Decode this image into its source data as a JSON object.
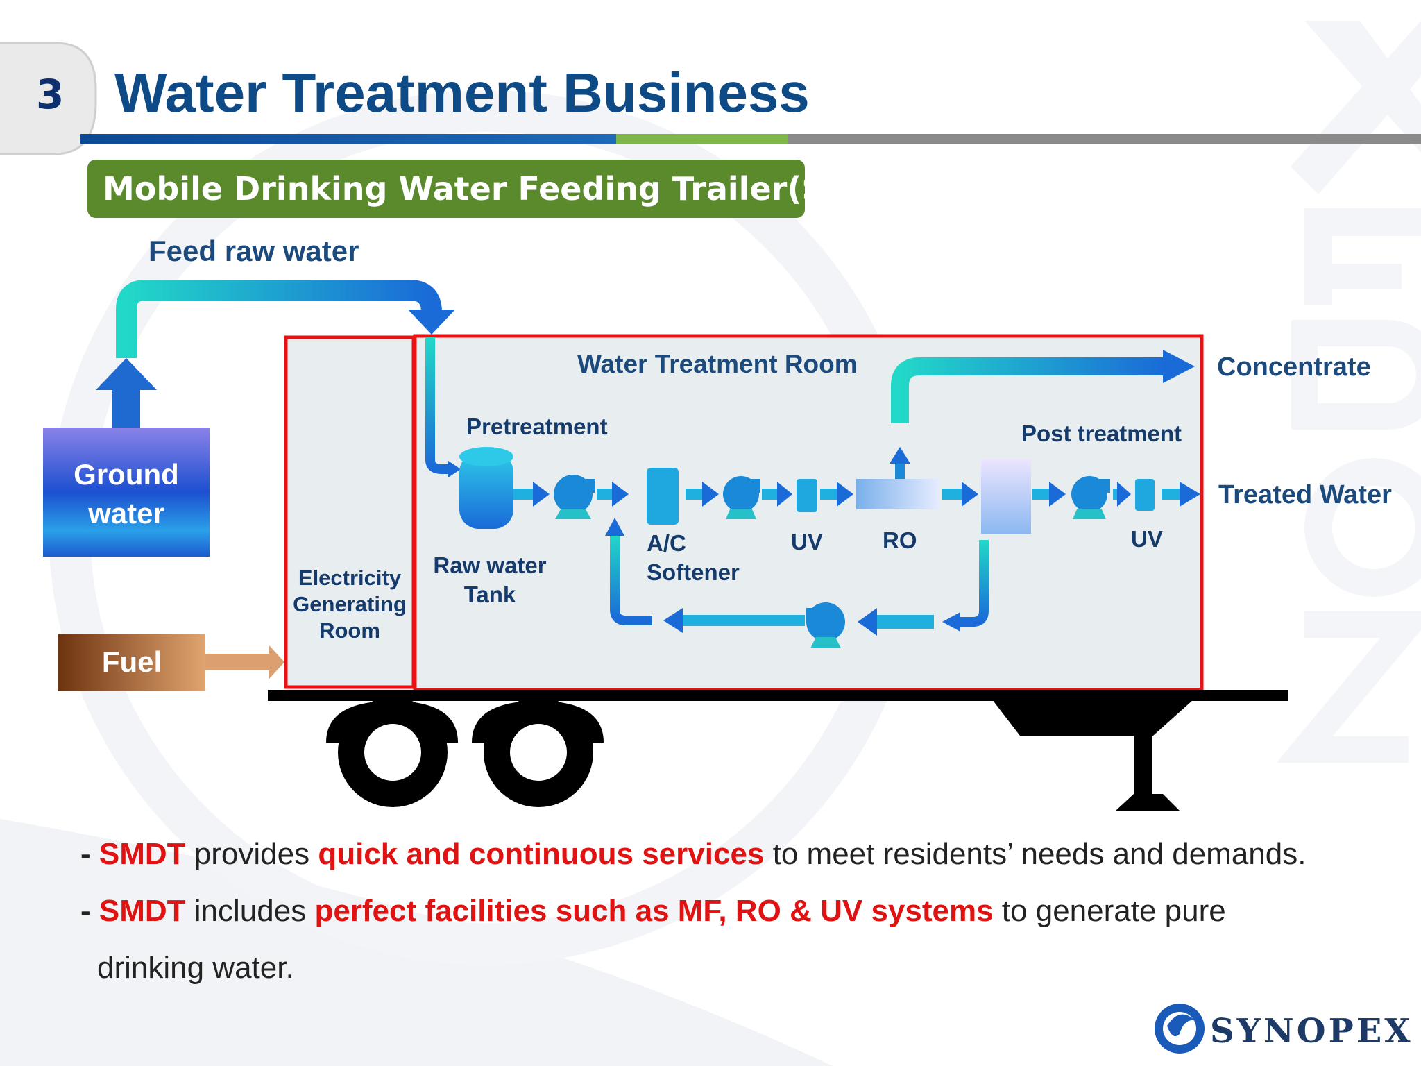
{
  "section_number": "3",
  "title": "Water Treatment Business",
  "subtitle": "Mobile Drinking Water Feeding Trailer(SMDT)",
  "diagram": {
    "feed_label": "Feed raw water",
    "ground_water": [
      "Ground",
      "water"
    ],
    "fuel": "Fuel",
    "electricity_room": [
      "Electricity",
      "Generating",
      "Room"
    ],
    "treatment_room": "Water Treatment Room",
    "pretreatment": "Pretreatment",
    "raw_water_tank": [
      "Raw water",
      "Tank"
    ],
    "ac_softener": [
      "A/C",
      "Softener"
    ],
    "uv_1": "UV",
    "ro": "RO",
    "post_treatment": "Post treatment",
    "uv_2": "UV",
    "concentrate": "Concentrate",
    "treated_water": "Treated Water"
  },
  "bullets": {
    "b1": {
      "dash": "- ",
      "smdt": "SMDT",
      "t1": " provides ",
      "hl": "quick and continuous services",
      "t2": " to meet residents’ needs and demands."
    },
    "b2": {
      "dash": "- ",
      "smdt": "SMDT",
      "t1": " includes ",
      "hl": "perfect facilities such as MF, RO & UV systems",
      "t2": " to generate pure"
    },
    "b2_cont": "drinking water."
  },
  "logo": {
    "text": "SYNOPEX"
  },
  "colors": {
    "title": "#0d4a86",
    "green_band": "#5a8a2c",
    "highlight": "#e01212",
    "room_border": "#e81010"
  }
}
